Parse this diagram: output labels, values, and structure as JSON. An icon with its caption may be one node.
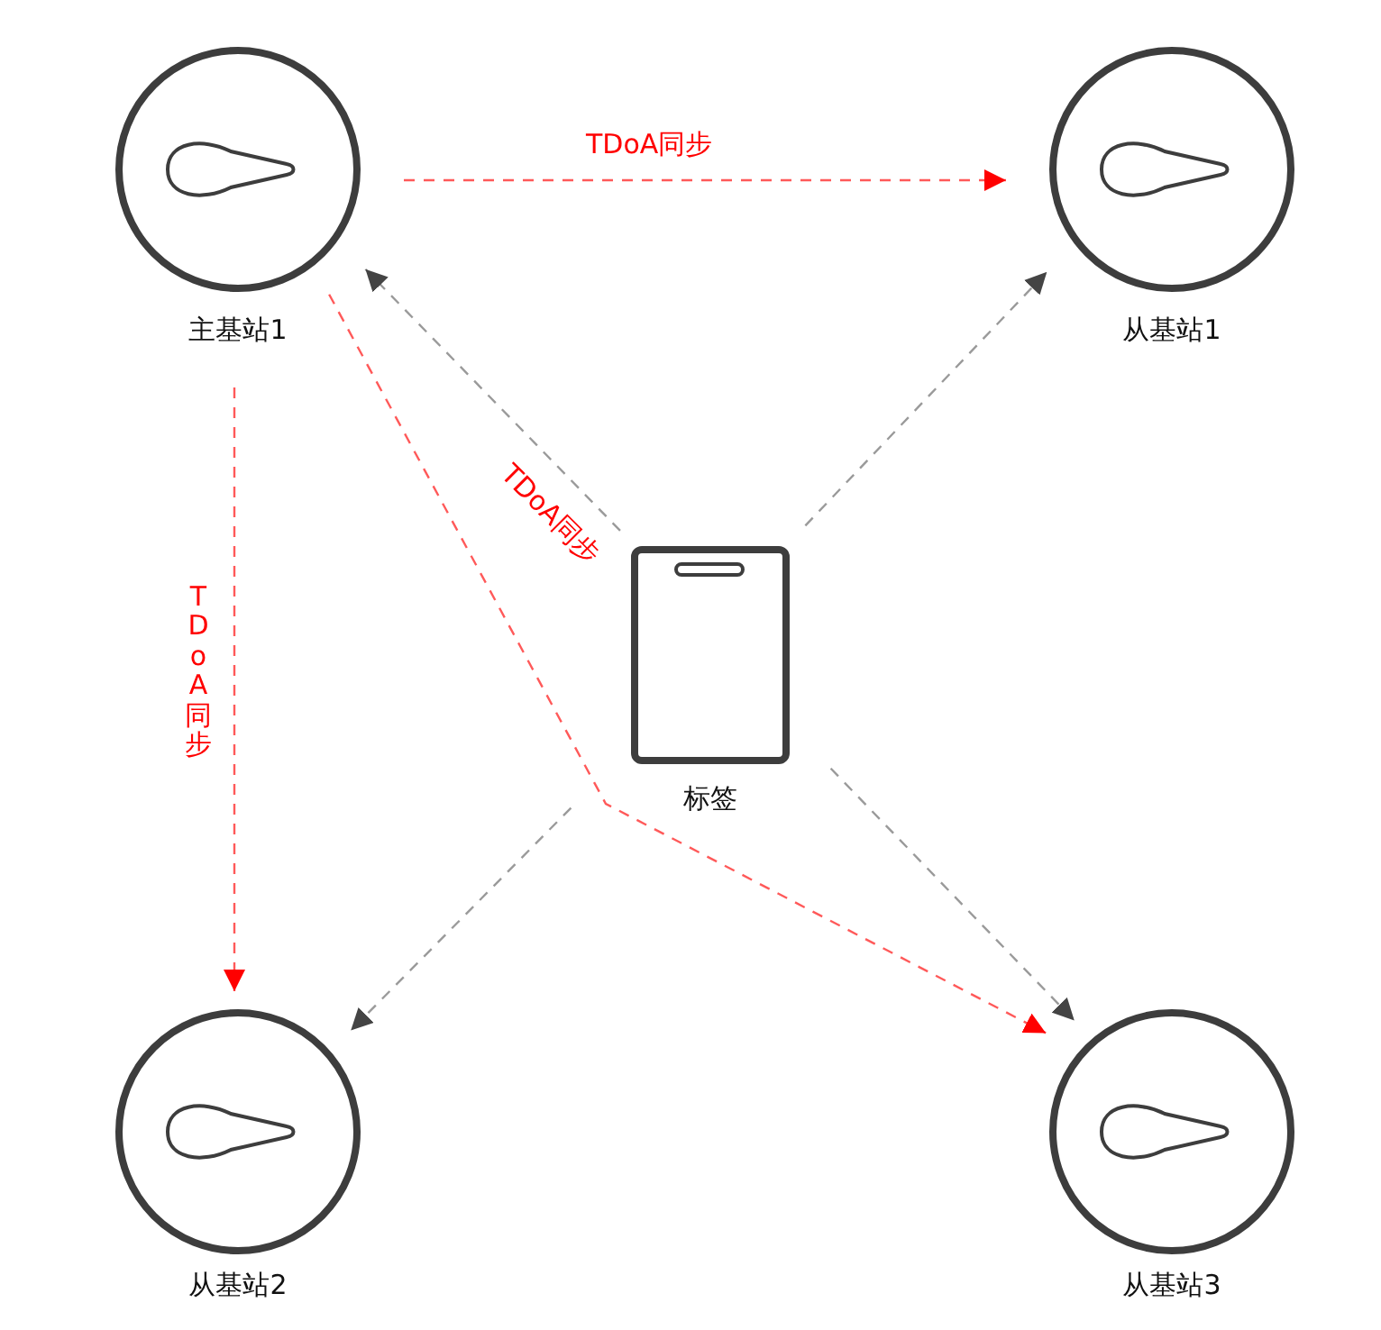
{
  "diagram": {
    "nodes": [
      {
        "text": [
          "主基站1"
        ]
      },
      {
        "text": [
          "从基站1"
        ]
      },
      {
        "text": [
          "标签"
        ]
      },
      {
        "text": [
          "从基站2"
        ]
      },
      {
        "text": [
          "从基站3"
        ]
      }
    ],
    "edges": [
      {
        "from": 0,
        "to": 1,
        "arrow": "to",
        "label": "TDoA同步",
        "style": "dashed",
        "color": "#ff0000"
      },
      {
        "from": 0,
        "to": 3,
        "arrow": "to",
        "label": "TDoA同步",
        "style": "dashed",
        "color": "#ff0000"
      },
      {
        "from": 0,
        "to": 4,
        "arrow": "to",
        "label": "TDoA同步",
        "style": "dashed",
        "color": "#ff0000"
      },
      {
        "from": 2,
        "to": 0,
        "arrow": "to",
        "style": "dashed"
      },
      {
        "from": 2,
        "to": 1,
        "arrow": "to",
        "style": "dashed"
      },
      {
        "from": 2,
        "to": 3,
        "arrow": "to",
        "style": "dashed"
      },
      {
        "from": 2,
        "to": 4,
        "arrow": "to",
        "style": "dashed"
      }
    ]
  }
}
